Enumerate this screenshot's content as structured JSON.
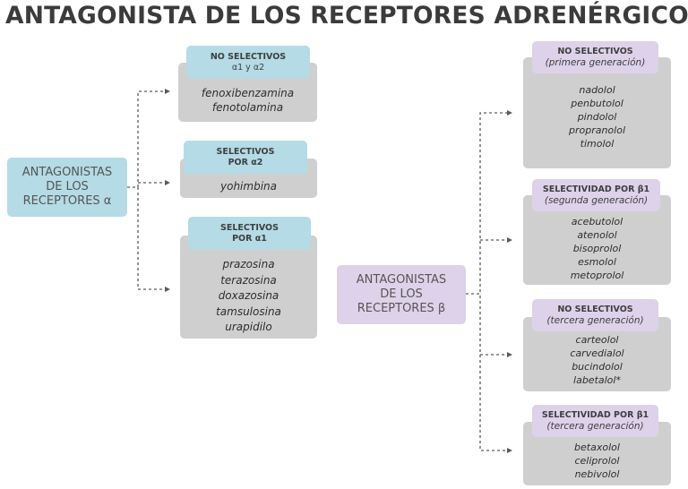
{
  "title": "ANTAGONISTA DE LOS RECEPTORES ADRENÉRGICOS",
  "alpha": {
    "label_lines": [
      "ANTAGONISTAS",
      "DE LOS",
      "RECEPTORES α"
    ],
    "groups": [
      {
        "header": [
          "NO SELECTIVOS",
          "α1 y α2"
        ],
        "drugs": [
          "fenoxibenzamina",
          "fenotolamina"
        ]
      },
      {
        "header": [
          "SELECTIVOS",
          "POR α2"
        ],
        "drugs": [
          "yohimbina"
        ]
      },
      {
        "header": [
          "SELECTIVOS",
          "POR α1"
        ],
        "drugs": [
          "prazosina",
          "terazosina",
          "doxazosina",
          "tamsulosina",
          "urapidilo"
        ]
      }
    ]
  },
  "beta": {
    "label_lines": [
      "ANTAGONISTAS",
      "DE LOS",
      "RECEPTORES β"
    ],
    "groups": [
      {
        "header": [
          "NO SELECTIVOS",
          "(primera generación)"
        ],
        "drugs": [
          "nadolol",
          "penbutolol",
          "pindolol",
          "propranolol",
          "timolol"
        ]
      },
      {
        "header": [
          "SELECTIVIDAD POR β1",
          "(segunda generación)"
        ],
        "drugs": [
          "acebutolol",
          "atenolol",
          "bisoprolol",
          "esmolol",
          "metoprolol"
        ]
      },
      {
        "header": [
          "NO SELECTIVOS",
          "(tercera generación)"
        ],
        "drugs": [
          "carteolol",
          "carvedialol",
          "bucindolol",
          "labetalol*"
        ]
      },
      {
        "header": [
          "SELECTIVIDAD POR β1",
          "(tercera generación)"
        ],
        "drugs": [
          "betaxolol",
          "celiprolol",
          "nebivolol"
        ]
      }
    ]
  },
  "colors": {
    "alpha_accent": "#b4dbe6",
    "beta_accent": "#ddd2ea",
    "drug_box": "#cfcfcf"
  }
}
